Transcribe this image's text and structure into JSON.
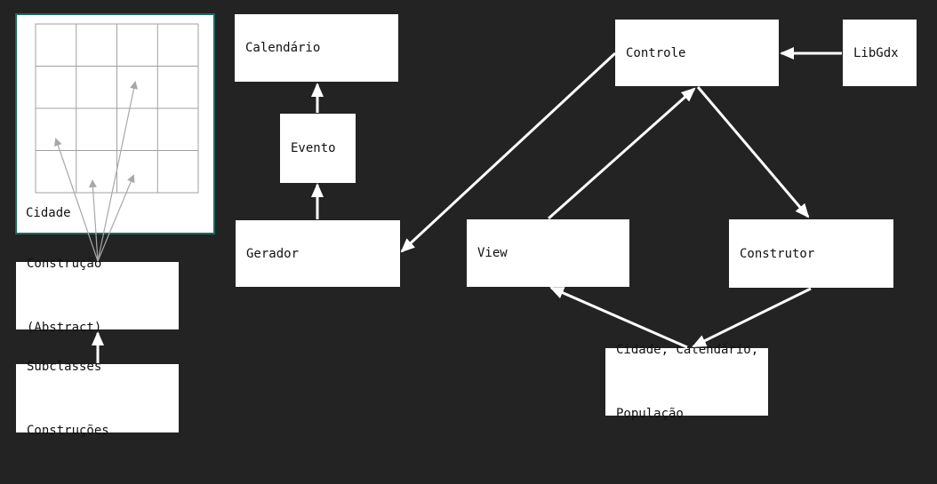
{
  "colors": {
    "background": "#232323",
    "node_fill": "#ffffff",
    "edge": "#ffffff",
    "grid_line": "#a0a0a0",
    "grid_arrow": "#a8a8a8",
    "cidade_border": "#1a6b5e"
  },
  "nodes": {
    "cidade": "Cidade",
    "construcao_line1": "Construção",
    "construcao_line2": "(Abstract)",
    "subclasses_line1": "Subclasses",
    "subclasses_line2": "Construções",
    "calendario": "Calendário",
    "evento": "Evento",
    "gerador": "Gerador",
    "controle": "Controle",
    "libgdx": "LibGdx",
    "view": "View",
    "construtor": "Construtor",
    "dados_line1": "Cidade, Calendário,",
    "dados_line2": "População"
  },
  "grid": {
    "rows": 4,
    "cols": 4
  },
  "edges": [
    {
      "from": "subclasses",
      "to": "construcao"
    },
    {
      "from": "construcao",
      "to": "cidade-grid"
    },
    {
      "from": "evento",
      "to": "calendario"
    },
    {
      "from": "gerador",
      "to": "evento"
    },
    {
      "from": "controle",
      "to": "gerador"
    },
    {
      "from": "libgdx",
      "to": "controle"
    },
    {
      "from": "view",
      "to": "controle"
    },
    {
      "from": "controle",
      "to": "construtor"
    },
    {
      "from": "construtor",
      "to": "dados"
    },
    {
      "from": "dados",
      "to": "view"
    }
  ]
}
